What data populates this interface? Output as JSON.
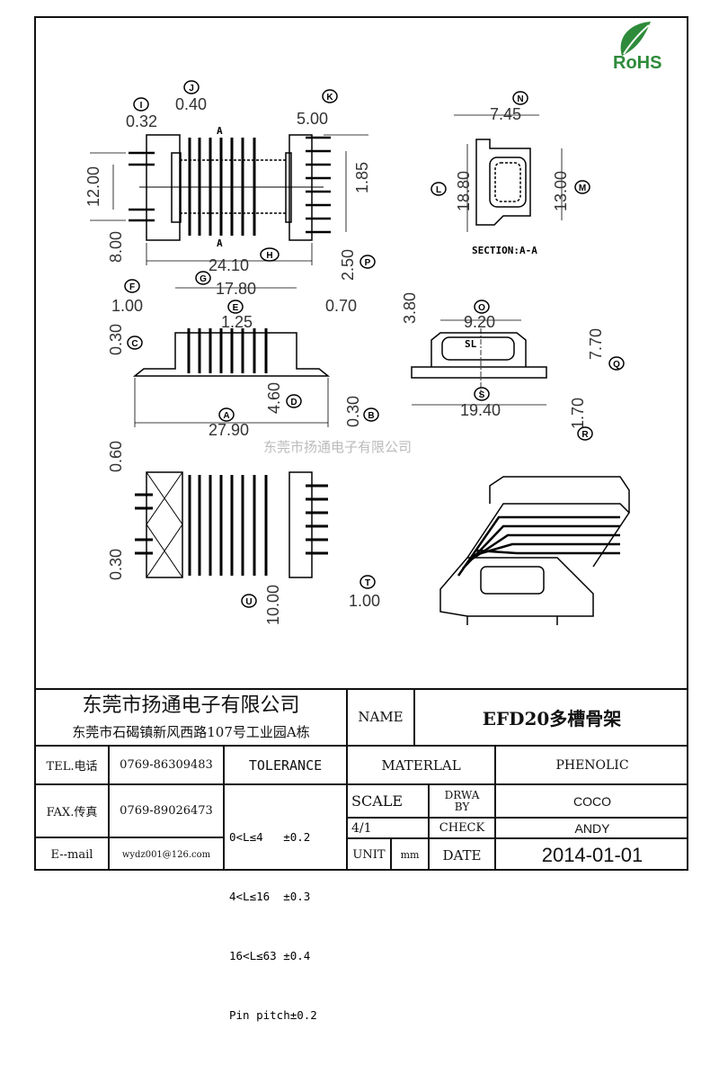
{
  "logo": {
    "text": "RoHS",
    "color": "#2e8b3a"
  },
  "watermark": "东莞市扬通电子有限公司",
  "drawing": {
    "top_view": {
      "dims": [
        "0.40",
        "0.32",
        "5.00",
        "12.00",
        "8.00",
        "1.85",
        "2.50",
        "24.10"
      ],
      "markers": [
        "I",
        "J",
        "K",
        "H",
        "P"
      ],
      "section_marks": [
        "A",
        "A"
      ]
    },
    "section_view": {
      "dims": [
        "7.45",
        "18.80",
        "13.00"
      ],
      "markers": [
        "N",
        "L",
        "M"
      ],
      "caption": "SECTION:A-A"
    },
    "side_view": {
      "dims": [
        "1.00",
        "17.80",
        "1.25",
        "0.70",
        "0.30",
        "4.60",
        "27.90",
        "0.30"
      ],
      "markers": [
        "F",
        "G",
        "E",
        "C",
        "D",
        "A",
        "B"
      ]
    },
    "end_view": {
      "dims": [
        "3.80",
        "9.20",
        "7.70",
        "19.40",
        "1.70"
      ],
      "markers": [
        "O",
        "Q",
        "S",
        "R"
      ],
      "tag": "SL"
    },
    "bottom_view": {
      "dims": [
        "0.60",
        "0.30",
        "1.00",
        "10.00"
      ],
      "markers": [
        "T",
        "U"
      ]
    }
  },
  "title_block": {
    "company": "东莞市扬通电子有限公司",
    "address": "东莞市石碣镇新风西路107号工业园A栋",
    "name_label": "NAME",
    "name_value": "EFD20多槽骨架",
    "tel_label": "TEL.电话",
    "tel_value": "0769-86309483",
    "fax_label": "FAX.传真",
    "fax_value": "0769-89026473",
    "email_label": "E--mail",
    "email_value": "wydz001@126.com",
    "tolerance_label": "TOLERANCE",
    "tolerances": [
      "0<L≤4   ±0.2",
      "4<L≤16  ±0.3",
      "16<L≤63 ±0.4",
      "Pin pitch±0.2"
    ],
    "material_label": "MATERLAL",
    "material_value": "PHENOLIC",
    "scale_label": "SCALE",
    "scale_value": "4/1",
    "drawn_by_label": "DRWA BY",
    "drawn_by_value": "COCO",
    "check_label": "CHECK",
    "check_value": "ANDY",
    "unit_label": "UNIT",
    "unit_value": "mm",
    "date_label": "DATE",
    "date_value": "2014-01-01"
  }
}
